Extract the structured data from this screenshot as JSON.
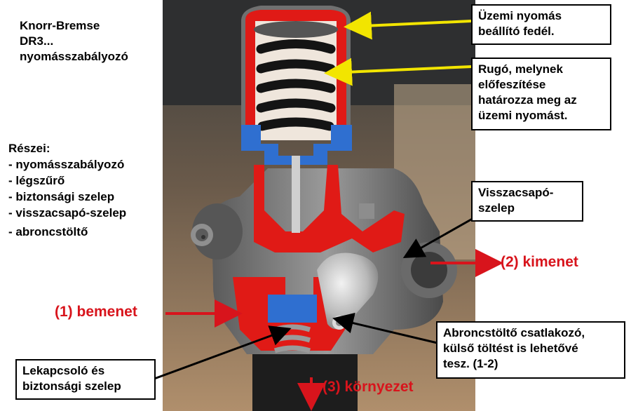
{
  "title": {
    "lines": [
      "Knorr-Bremse",
      "DR3...",
      "nyomásszabályozó"
    ]
  },
  "parts": {
    "heading": "Részei:",
    "items": [
      "- nyomásszabályozó",
      "- légszűrő",
      "- biztonsági szelep",
      "- visszacsapó-szelep",
      "- abroncstöltő"
    ]
  },
  "callouts": {
    "cover": [
      "Üzemi nyomás",
      "beállító fedél."
    ],
    "spring": [
      "Rugó, melynek",
      "előfeszítése",
      "határozza meg az",
      "üzemi nyomást."
    ],
    "check_valve": [
      "Visszacsapó-",
      "szelep"
    ],
    "tyre_inflator": [
      "Abroncstöltő csatlakozó,",
      "külső töltést is lehetővé",
      "tesz. (1-2)"
    ],
    "cutoff_valve": [
      "Lekapcsoló és",
      "biztonsági szelep"
    ]
  },
  "ports": {
    "input": "(1) bemenet",
    "output": "(2) kimenet",
    "environment": "(3) környezet"
  },
  "colors": {
    "port_label": "#d8141c",
    "leader_yellow": "#f2e500",
    "leader_black": "#000000",
    "cutaway_red": "#e01a16",
    "cutaway_blue": "#2f6fd0",
    "spring": "#141414"
  }
}
